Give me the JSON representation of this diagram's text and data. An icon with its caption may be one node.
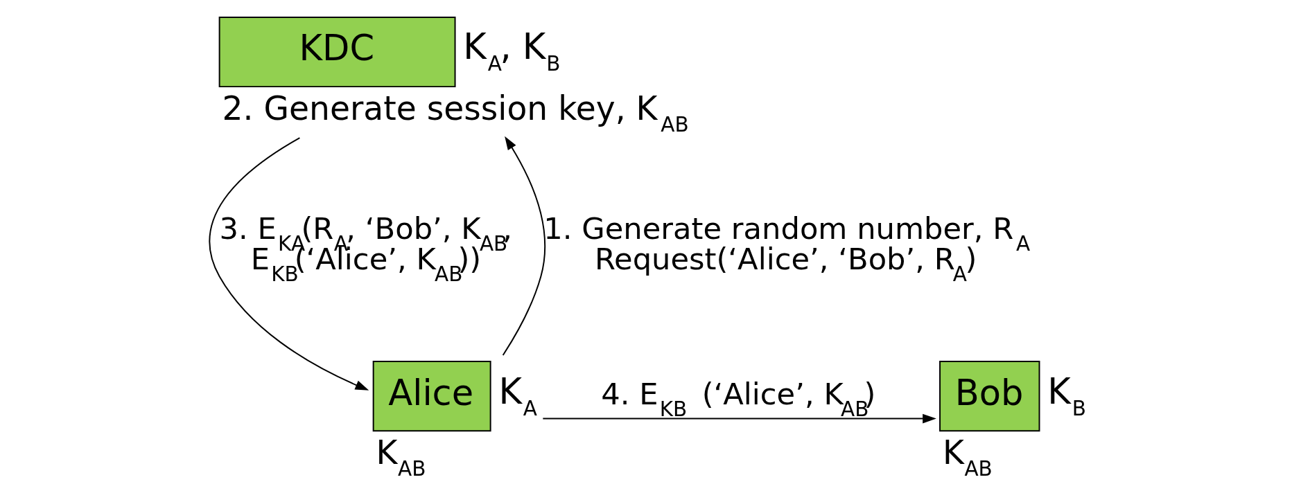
{
  "diagram": {
    "nodes": [
      {
        "text": [
          "KDC"
        ],
        "beside": [
          "K$_{A}$, K$_{B}$",
          "2. Generate session key, K$_{AB}$"
        ]
      },
      {
        "text": [
          "Alice"
        ],
        "beside": [
          "K$_{A}$",
          "K$_{AB}$"
        ]
      },
      {
        "text": [
          "Bob"
        ],
        "beside": [
          "K$_{B}$",
          "K$_{AB}$"
        ]
      }
    ],
    "edges": [
      {
        "from": 1,
        "to": 0,
        "arrow": "to",
        "label": "1. Generate random number, R$_{A}$ Request(‘Alice’, ‘Bob’, R$_{A}$)"
      },
      {
        "from": 0,
        "to": 1,
        "arrow": "to",
        "label": "3. E$_{KA}$(R$_{A}$, ‘Bob’, K$_{AB}$, E$_{KB}$(‘Alice’, K$_{AB}$))"
      },
      {
        "from": 1,
        "to": 2,
        "arrow": "to",
        "label": "4. E$_{KB}$ (‘Alice’, K$_{AB}$)"
      }
    ]
  }
}
